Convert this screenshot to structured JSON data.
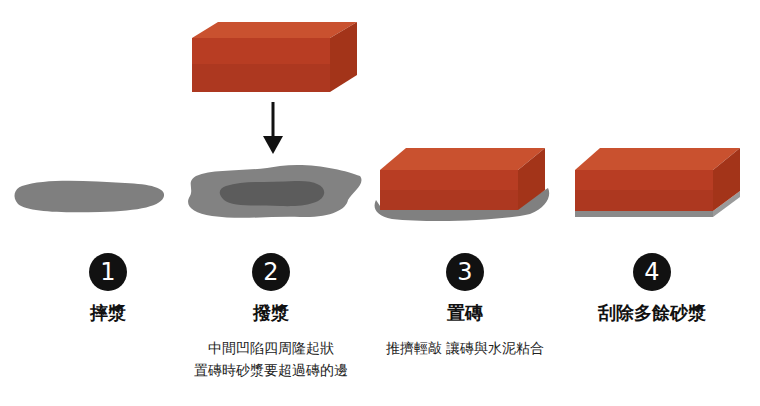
{
  "diagram": {
    "nodes": [
      {
        "text": [
          "1",
          "摔漿"
        ]
      },
      {
        "text": [
          "2",
          "撥漿",
          "中間凹陷四周隆起狀 置磚時砂漿要超過磚的邊"
        ]
      },
      {
        "text": [
          "3",
          "置磚",
          "推擠輕敲 讓磚與水泥粘合"
        ]
      },
      {
        "text": [
          "4",
          "刮除多餘砂漿"
        ]
      }
    ]
  }
}
